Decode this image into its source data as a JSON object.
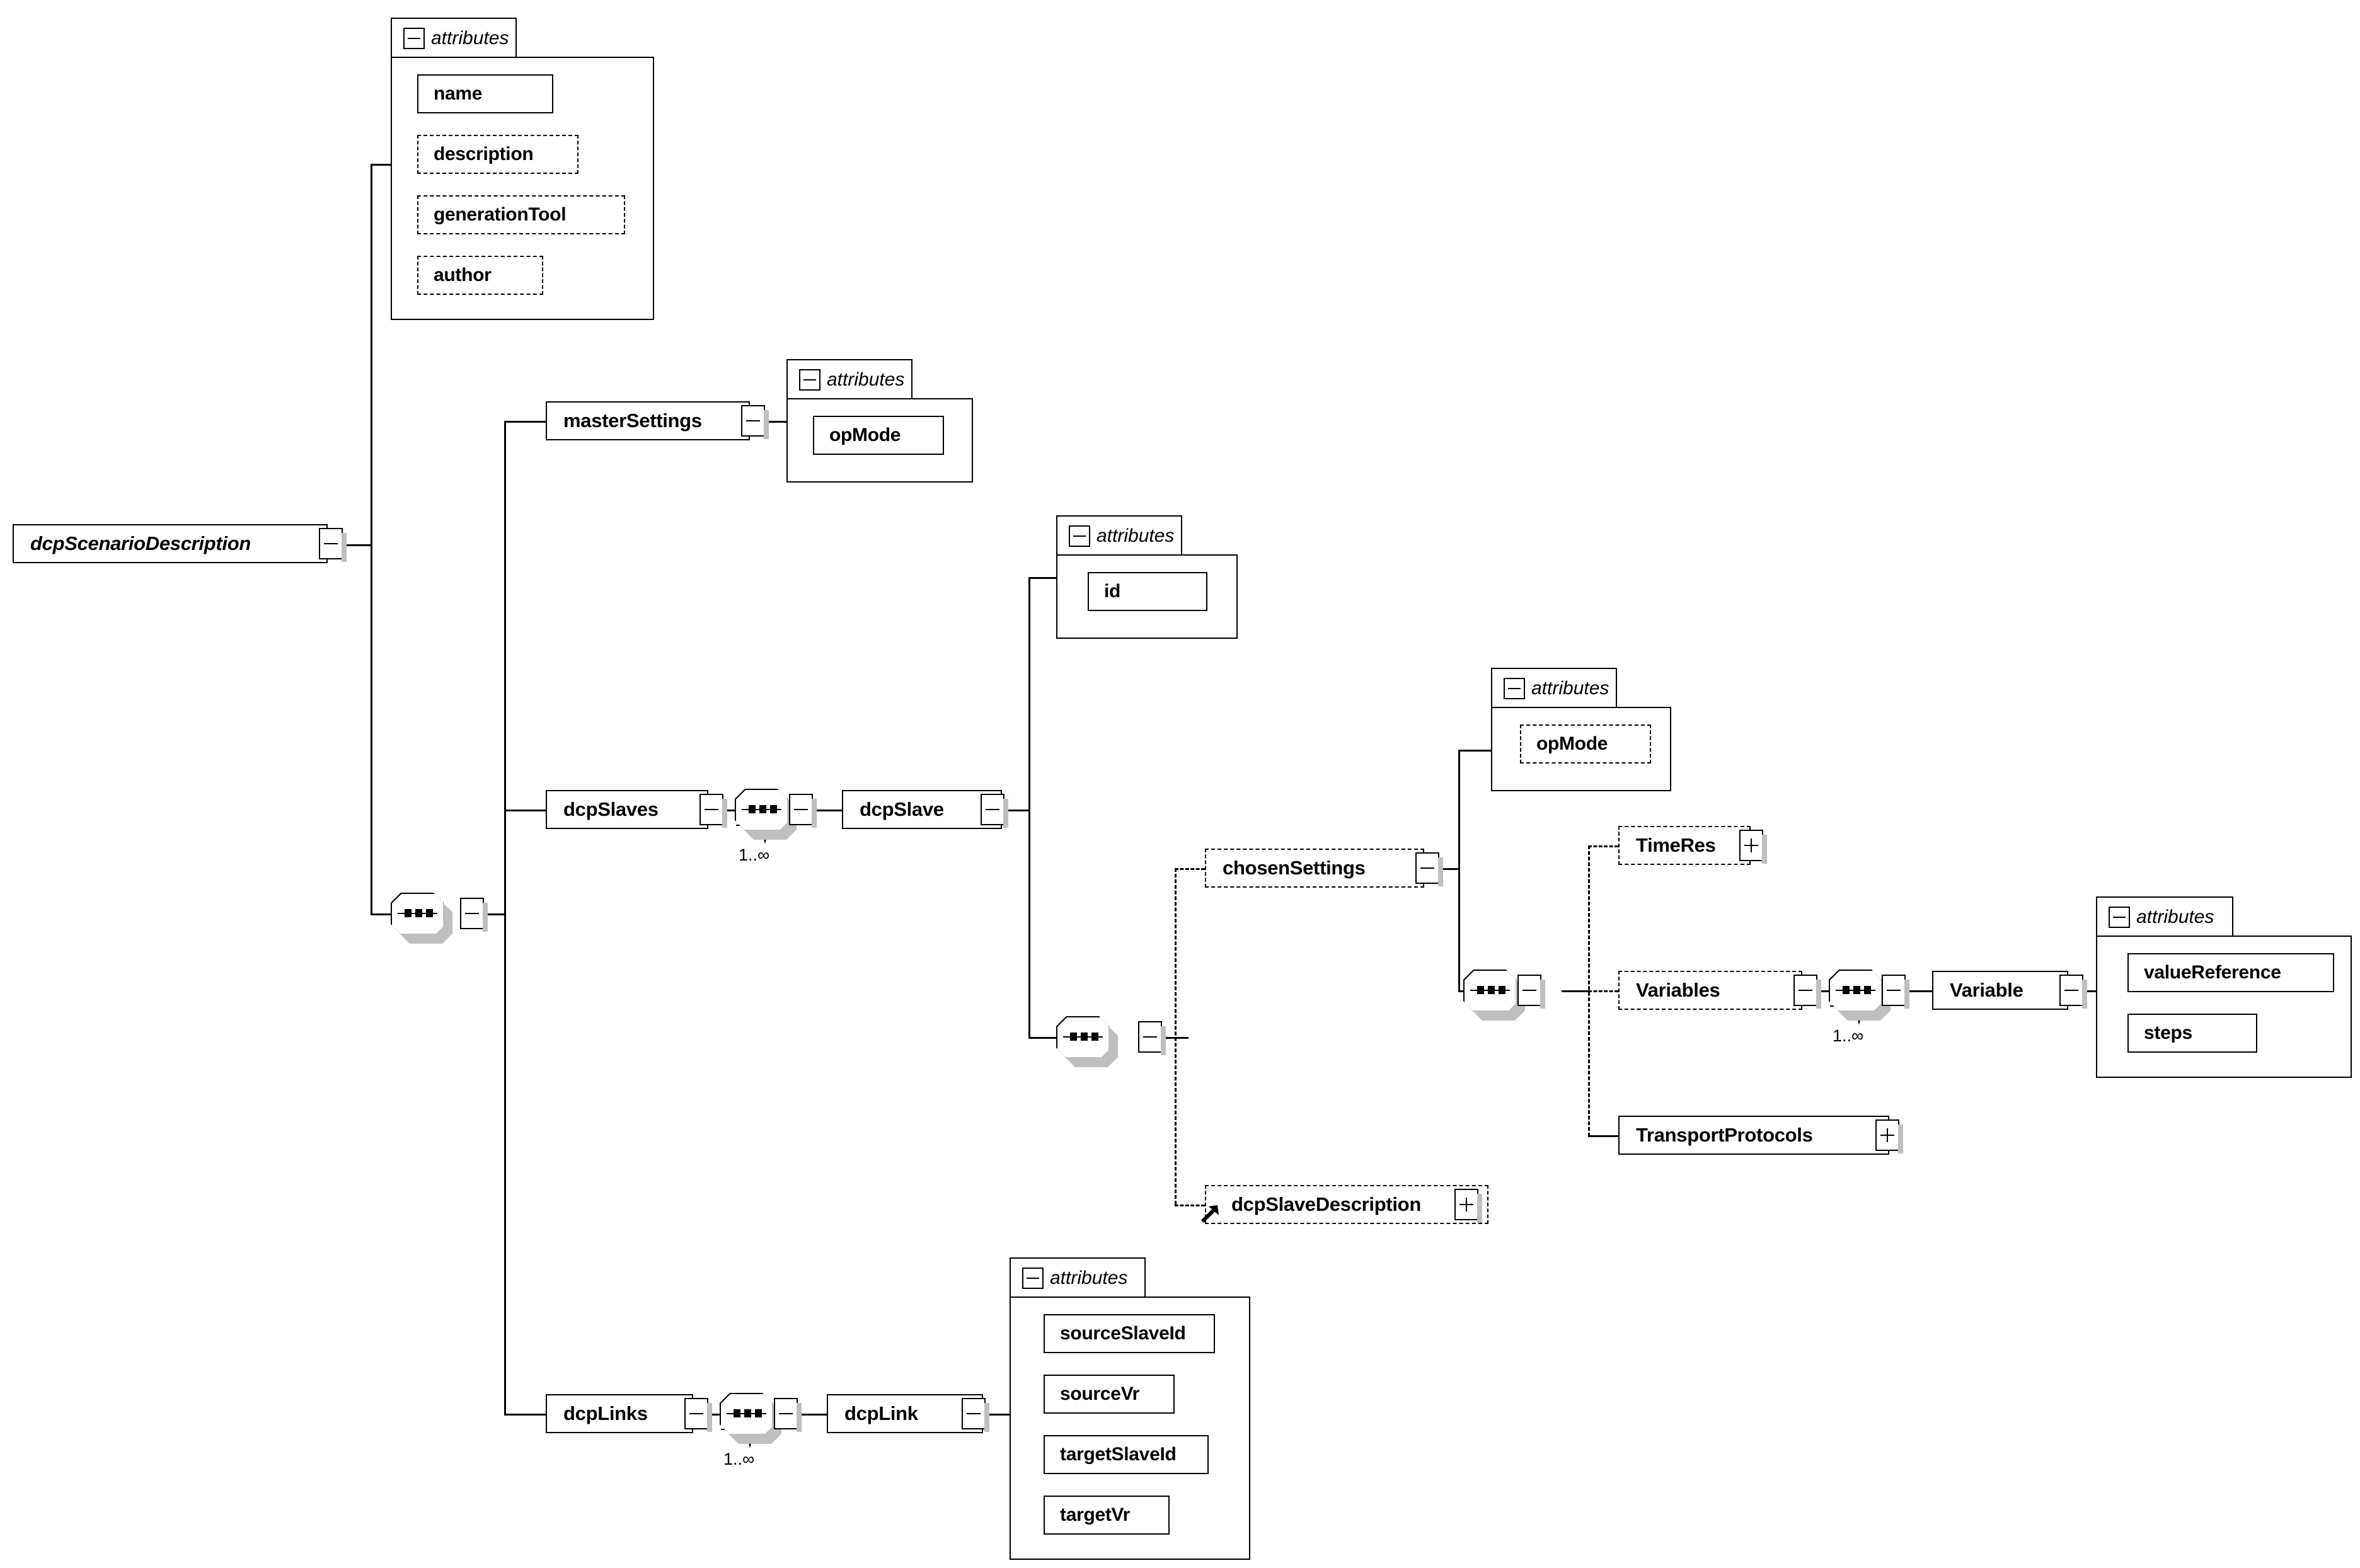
{
  "diagram": {
    "type": "xsd-schema-tree",
    "title": "dcpScenarioDescription",
    "attributes_label": "attributes",
    "occurrence_label": "1..∞",
    "minus_icon": "collapse-icon",
    "plus_icon": "expand-icon",
    "sequence_icon": "sequence-compositor-icon",
    "reference_icon": "reference-arrow-icon"
  },
  "root": {
    "name": "dcpScenarioDescription",
    "attributes": [
      {
        "name": "name",
        "optional": false
      },
      {
        "name": "description",
        "optional": true
      },
      {
        "name": "generationTool",
        "optional": true
      },
      {
        "name": "author",
        "optional": true
      }
    ]
  },
  "nodes": {
    "masterSettings": {
      "label": "masterSettings",
      "optional": false,
      "expandable": false
    },
    "masterSettings_opMode": {
      "label": "opMode",
      "optional": false
    },
    "dcpSlaves": {
      "label": "dcpSlaves",
      "optional": false,
      "expandable": false
    },
    "dcpSlave": {
      "label": "dcpSlave",
      "optional": false,
      "expandable": false
    },
    "dcpSlave_id": {
      "label": "id",
      "optional": false
    },
    "chosenSettings": {
      "label": "chosenSettings",
      "optional": true,
      "expandable": false
    },
    "chosenSettings_opMode": {
      "label": "opMode",
      "optional": true
    },
    "TimeRes": {
      "label": "TimeRes",
      "optional": true,
      "expandable": true
    },
    "Variables": {
      "label": "Variables",
      "optional": true,
      "expandable": false
    },
    "Variable": {
      "label": "Variable",
      "optional": false,
      "expandable": false
    },
    "Variable_valueReference": {
      "label": "valueReference",
      "optional": false
    },
    "Variable_steps": {
      "label": "steps",
      "optional": false
    },
    "TransportProtocols": {
      "label": "TransportProtocols",
      "optional": false,
      "expandable": true
    },
    "dcpSlaveDescription": {
      "label": "dcpSlaveDescription",
      "optional": true,
      "expandable": true,
      "reference": true
    },
    "dcpLinks": {
      "label": "dcpLinks",
      "optional": false,
      "expandable": false
    },
    "dcpLink": {
      "label": "dcpLink",
      "optional": false,
      "expandable": false
    },
    "dcpLink_sourceSlaveId": {
      "label": "sourceSlaveId",
      "optional": false
    },
    "dcpLink_sourceVr": {
      "label": "sourceVr",
      "optional": false
    },
    "dcpLink_targetSlaveId": {
      "label": "targetSlaveId",
      "optional": false
    },
    "dcpLink_targetVr": {
      "label": "targetVr",
      "optional": false
    }
  },
  "occurrences": {
    "dcpSlave_seq": "1..∞",
    "Variable_seq": "1..∞",
    "dcpLink_seq": "1..∞"
  },
  "colors": {
    "line": "#000000",
    "shadow": "#bfbfbf",
    "fill": "#ffffff",
    "text": "#000000"
  }
}
